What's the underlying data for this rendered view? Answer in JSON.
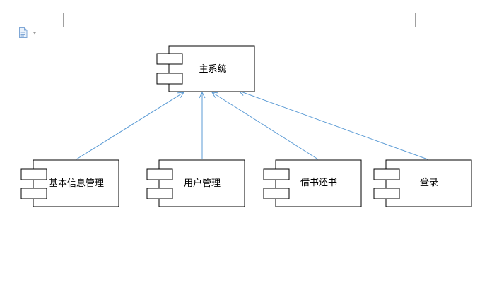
{
  "diagram": {
    "type": "uml-component-diagram",
    "main_component": {
      "label": "主系统"
    },
    "components": [
      {
        "id": "basic-info",
        "label": "基本信息管理"
      },
      {
        "id": "user-mgmt",
        "label": "用户管理"
      },
      {
        "id": "borrow-return",
        "label": "借书还书"
      },
      {
        "id": "login",
        "label": "登录"
      }
    ],
    "edge_color": "#5b9bd5",
    "icons": {
      "document": "document-icon",
      "dropdown": "dropdown-arrow-icon"
    }
  }
}
